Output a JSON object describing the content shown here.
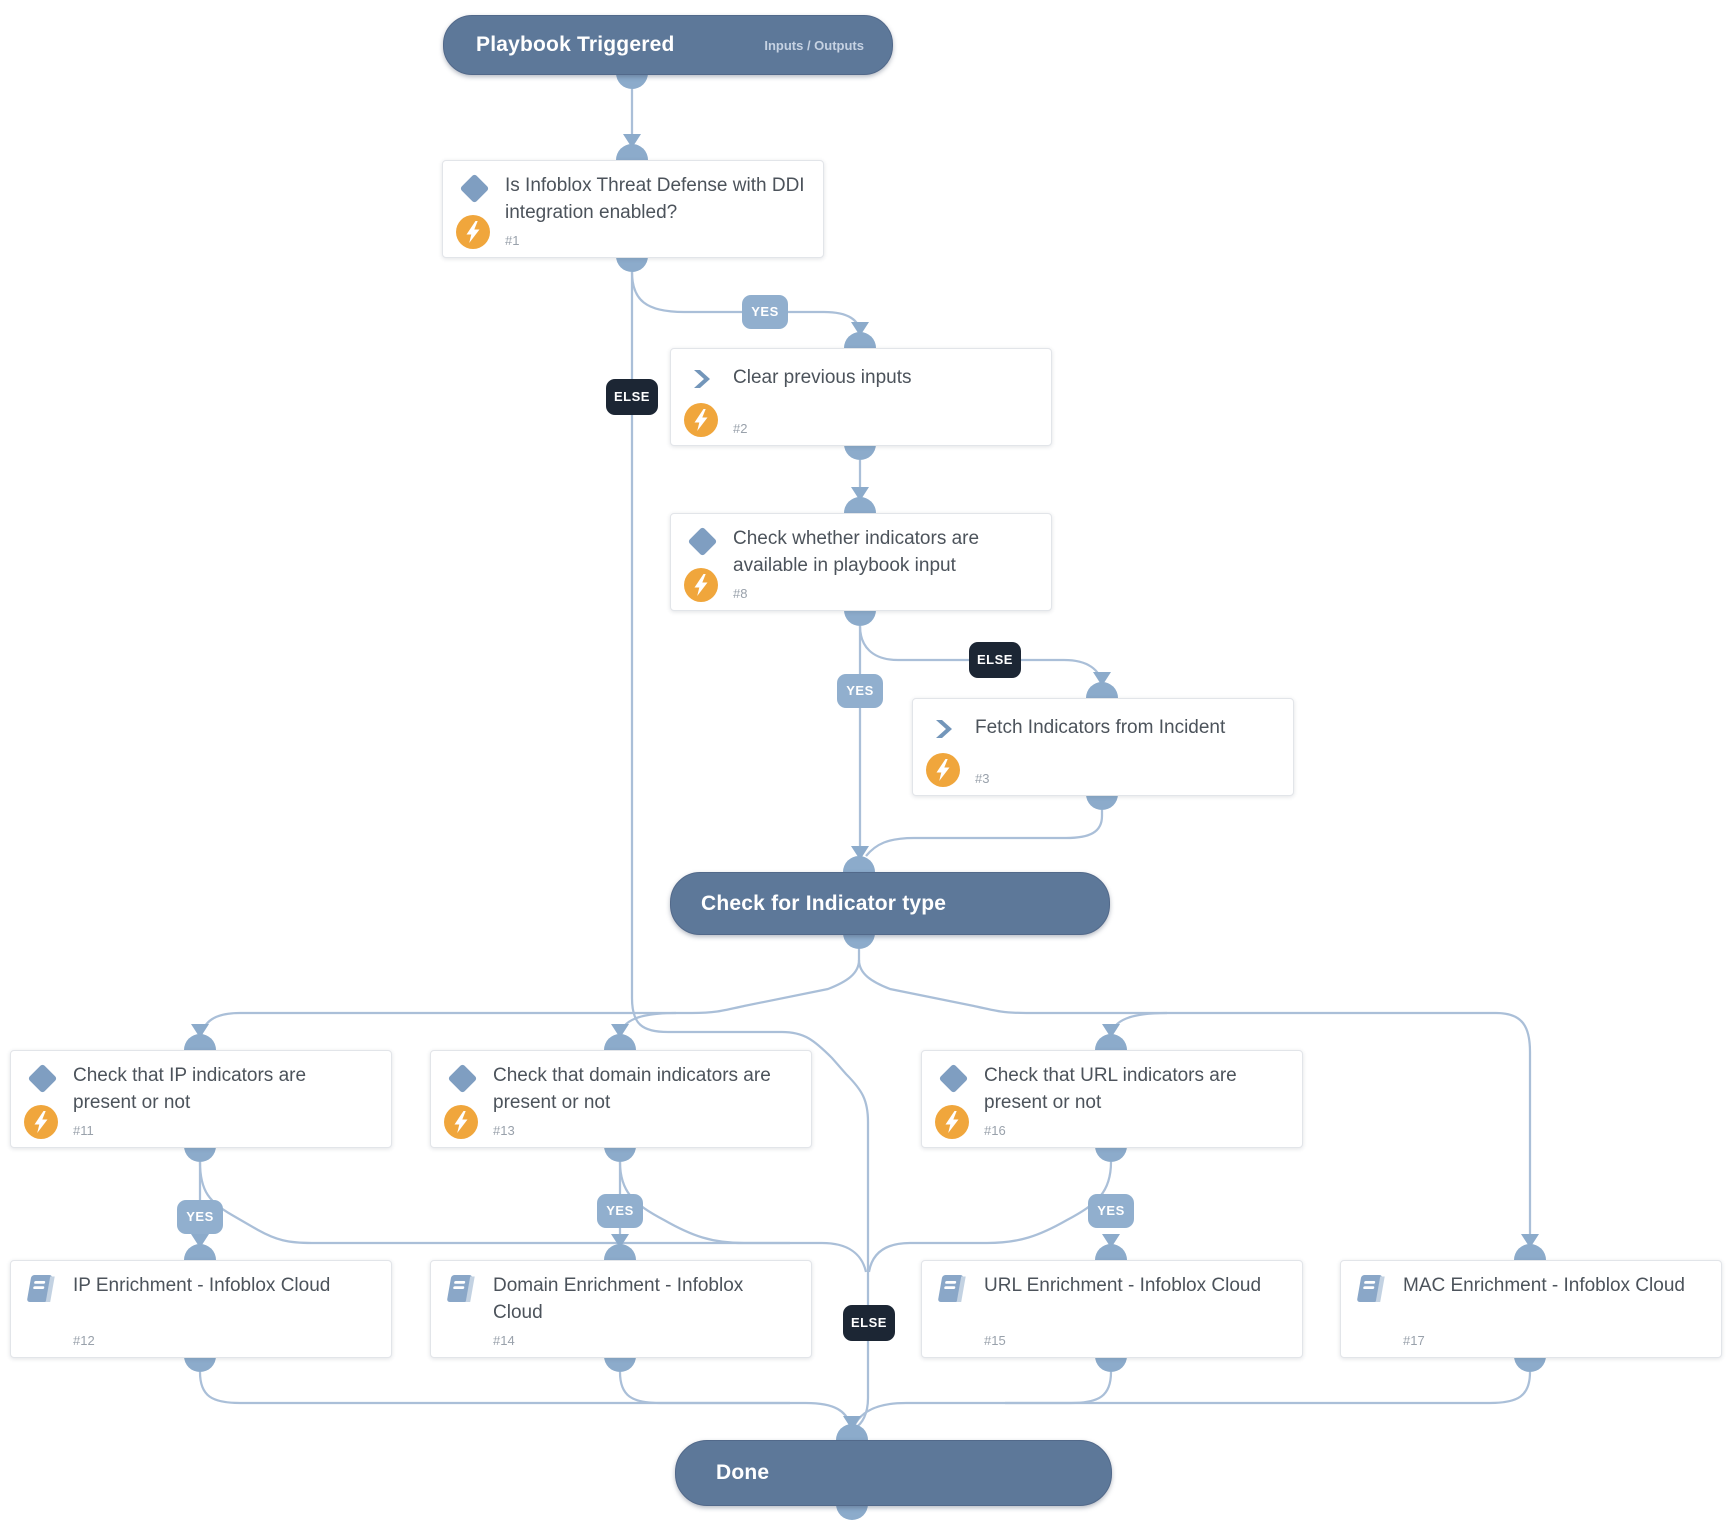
{
  "labels": {
    "yes": "YES",
    "else": "ELSE"
  },
  "nodes": {
    "start": {
      "label": "Playbook Triggered",
      "io": "Inputs / Outputs"
    },
    "cond_ddi": {
      "title": "Is Infoblox Threat Defense with DDI integration enabled?",
      "id": "#1"
    },
    "task_clear": {
      "title": "Clear previous inputs",
      "id": "#2"
    },
    "cond_input": {
      "title": "Check whether indicators are available in playbook input",
      "id": "#8"
    },
    "task_fetch": {
      "title": "Fetch Indicators from Incident",
      "id": "#3"
    },
    "section": {
      "label": "Check for Indicator type"
    },
    "cond_ip": {
      "title": "Check that IP indicators are present or not",
      "id": "#11"
    },
    "cond_domain": {
      "title": "Check that domain indicators are present or not",
      "id": "#13"
    },
    "cond_url": {
      "title": "Check that URL indicators are present or not",
      "id": "#16"
    },
    "enrich_ip": {
      "title": "IP Enrichment - Infoblox Cloud",
      "id": "#12"
    },
    "enrich_domain": {
      "title": "Domain Enrichment - Infoblox Cloud",
      "id": "#14"
    },
    "enrich_url": {
      "title": "URL Enrichment - Infoblox Cloud",
      "id": "#15"
    },
    "enrich_mac": {
      "title": "MAC Enrichment - Infoblox Cloud",
      "id": "#17"
    },
    "done": {
      "label": "Done"
    }
  },
  "colors": {
    "pill": "#5d7899",
    "line": "#aabfd8",
    "connector": "#8cabcb",
    "yes_badge": "#91afce",
    "else_badge": "#1c2634",
    "lightning": "#f0a63c",
    "diamond": "#7f9ec1"
  }
}
